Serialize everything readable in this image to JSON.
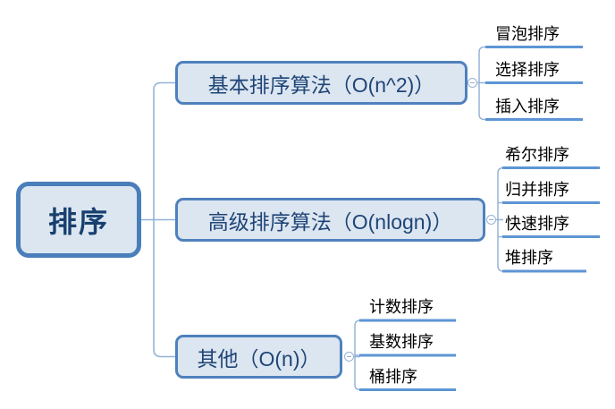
{
  "diagram": {
    "type": "mindmap",
    "root": {
      "label": "排序"
    },
    "branches": [
      {
        "label": "基本排序算法（O(n^2)）",
        "collapse_icon": "minus",
        "children": [
          "冒泡排序",
          "选择排序",
          "插入排序"
        ]
      },
      {
        "label": "高级排序算法（O(nlogn)）",
        "collapse_icon": "minus",
        "children": [
          "希尔排序",
          "归并排序",
          "快速排序",
          "堆排序"
        ]
      },
      {
        "label": "其他（O(n)）",
        "collapse_icon": "minus",
        "children": [
          "计数排序",
          "基数排序",
          "桶排序"
        ]
      }
    ],
    "colors": {
      "node_border": "#4f81bd",
      "root_border": "#4a7ebb",
      "node_fill": "#dce6f1",
      "title_text": "#1f4577",
      "root_text": "#17406e",
      "child_text": "#000000",
      "connector_line": "#95b3d7",
      "topic_underline": "#5d95d5",
      "background": "#ffffff"
    }
  }
}
